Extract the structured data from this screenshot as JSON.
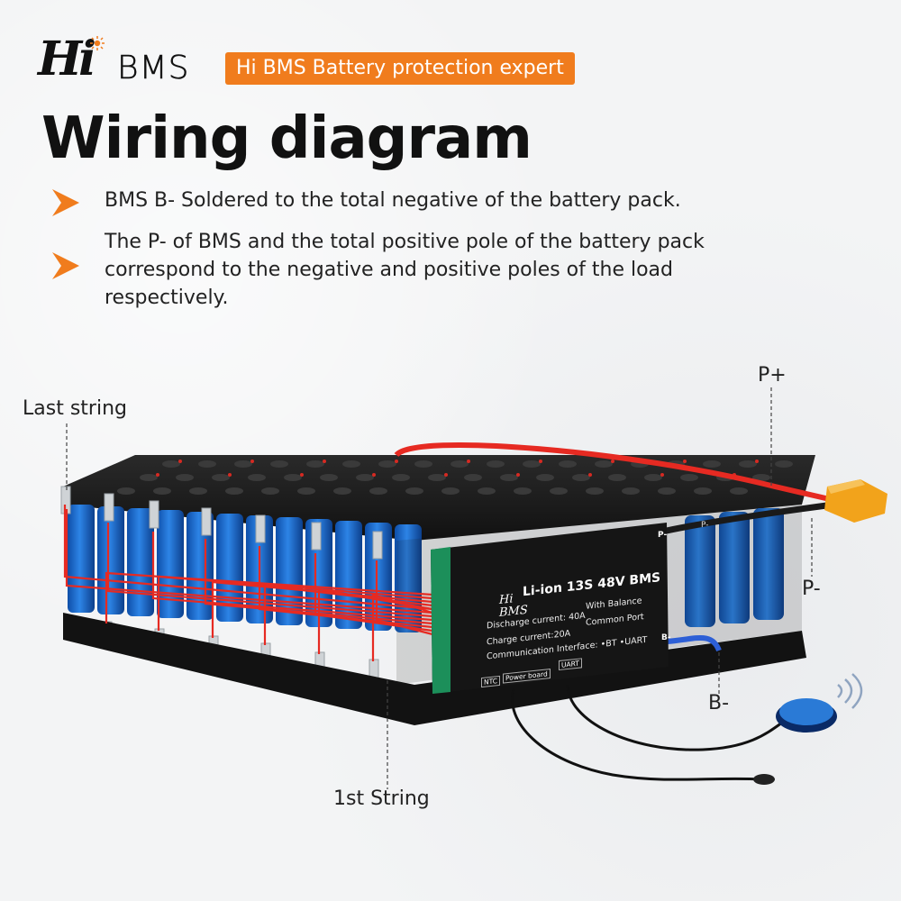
{
  "header": {
    "logo_text": "BMS",
    "tagline": "Hi BMS Battery protection expert",
    "title": "Wiring diagram"
  },
  "bullets": [
    "BMS B- Soldered to the total negative of the battery pack.",
    "The P- of BMS and the total positive pole of the battery pack",
    "correspond to the negative and positive poles of the load",
    "respectively."
  ],
  "labels": {
    "last_string": "Last string",
    "first_string": "1st String",
    "p_plus": "P+",
    "p_minus": "P-",
    "b_minus": "B-"
  },
  "bms_board": {
    "brand": "Hi BMS",
    "model": "Li-ion 13S 48V BMS",
    "discharge": "Discharge  current: 40A",
    "charge": "Charge current:20A",
    "balance": "With Balance",
    "port": "Common Port",
    "comm": "Communication Interface: •BT •UART",
    "ntc": "NTC",
    "power_board": "Power board",
    "uart": "UART",
    "pin_p": "P-",
    "pin_b": "B-",
    "wire_tag": "P-"
  },
  "colors": {
    "accent": "#f07c1d",
    "cell_blue": "#1f6fd1",
    "wire_red": "#e62a22",
    "connector_yellow": "#f2a31b",
    "bms_black": "#151515"
  }
}
